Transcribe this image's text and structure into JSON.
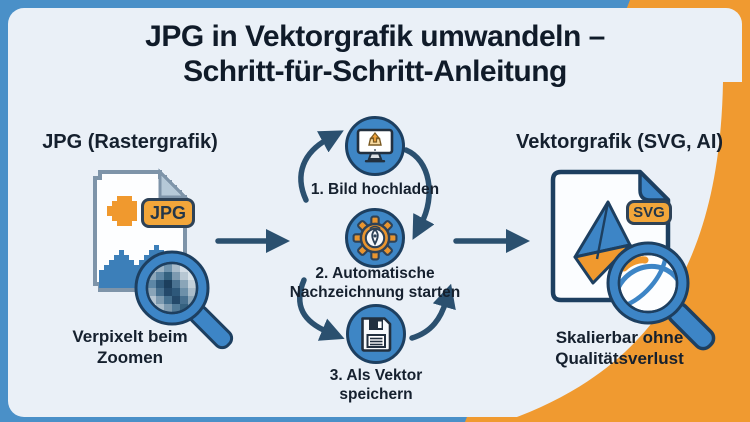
{
  "title": {
    "line1": "JPG in Vektorgrafik umwandeln –",
    "line2": "Schritt-für-Schritt-Anleitung"
  },
  "left_section": {
    "heading": "JPG (Rastergrafik)",
    "file_badge": "JPG",
    "icon": "pixelated-jpg-file-with-magnifier-icon",
    "caption": {
      "line1": "Verpixelt beim",
      "line2": "Zoomen"
    }
  },
  "process": {
    "steps": [
      {
        "icon": "monitor-upload-icon",
        "lines": [
          "1. Bild hochladen"
        ]
      },
      {
        "icon": "gear-pen-tool-icon",
        "lines": [
          "2. Automatische",
          "Nachzeichnung starten"
        ]
      },
      {
        "icon": "floppy-disk-icon",
        "lines": [
          "3. Als Vektor",
          "speichern"
        ]
      }
    ]
  },
  "right_section": {
    "heading": "Vektorgrafik (SVG, AI)",
    "file_badge": "SVG",
    "icon": "vector-svg-file-with-magnifier-icon",
    "caption": {
      "line1": "Skalierbar ohne",
      "line2": "Qualitätsverlust"
    }
  },
  "colors": {
    "frame_blue": "#4a90c8",
    "accent_orange": "#f09a30",
    "panel_bg": "#eaf0f7",
    "circle_blue": "#3e86c5",
    "outline_navy": "#1d3f60",
    "arrow_navy": "#2b506f",
    "text_dark": "#15202e"
  }
}
